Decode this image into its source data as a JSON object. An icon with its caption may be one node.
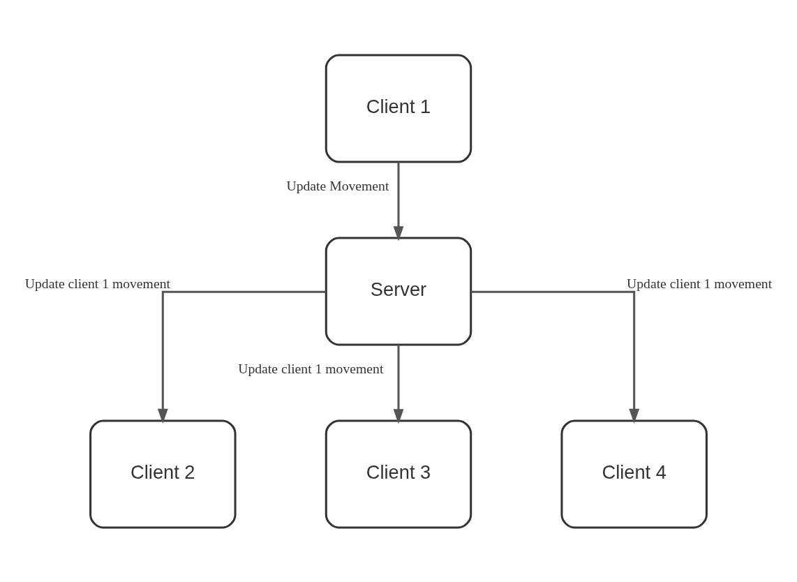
{
  "diagram": {
    "nodes": [
      {
        "text": [
          "Client 1"
        ]
      },
      {
        "text": [
          "Server"
        ]
      },
      {
        "text": [
          "Client 2"
        ]
      },
      {
        "text": [
          "Client 3"
        ]
      },
      {
        "text": [
          "Client 4"
        ]
      }
    ],
    "edges": [
      {
        "from": 0,
        "to": 1,
        "arrow": "to",
        "label": "Update Movement"
      },
      {
        "from": 1,
        "to": 2,
        "arrow": "to",
        "label": "Update client 1 movement"
      },
      {
        "from": 1,
        "to": 3,
        "arrow": "to",
        "label": "Update client 1 movement"
      },
      {
        "from": 1,
        "to": 4,
        "arrow": "to",
        "label": "Update client 1 movement"
      }
    ]
  }
}
